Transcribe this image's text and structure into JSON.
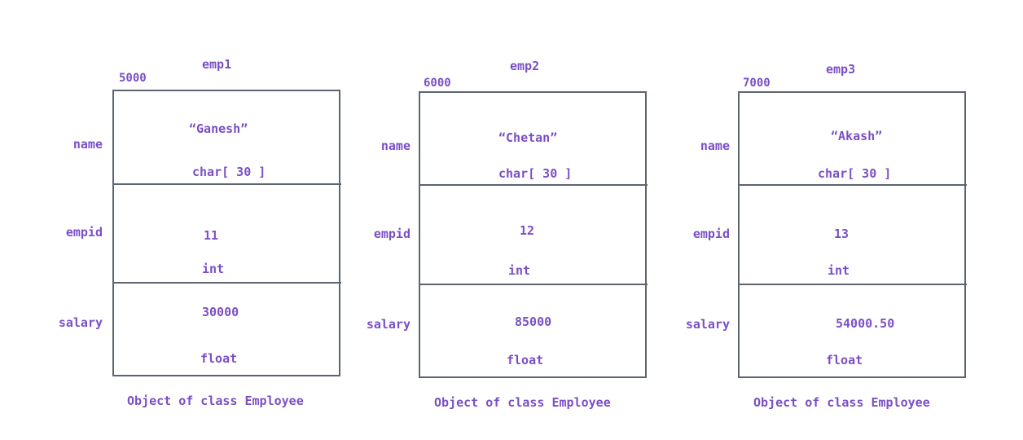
{
  "objects": [
    {
      "name": "emp1",
      "address": "5000",
      "fields": [
        {
          "label": "name",
          "value": "“Ganesh”",
          "type": "char[ 30 ]"
        },
        {
          "label": "empid",
          "value": "11",
          "type": "int"
        },
        {
          "label": "salary",
          "value": "30000",
          "type": "float"
        }
      ],
      "caption": "Object of class Employee"
    },
    {
      "name": "emp2",
      "address": "6000",
      "fields": [
        {
          "label": "name",
          "value": "“Chetan”",
          "type": "char[ 30 ]"
        },
        {
          "label": "empid",
          "value": "12",
          "type": "int"
        },
        {
          "label": "salary",
          "value": "85000",
          "type": "float"
        }
      ],
      "caption": "Object of class Employee"
    },
    {
      "name": "emp3",
      "address": "7000",
      "fields": [
        {
          "label": "name",
          "value": "“Akash”",
          "type": "char[ 30 ]"
        },
        {
          "label": "empid",
          "value": "13",
          "type": "int"
        },
        {
          "label": "salary",
          "value": "54000.50",
          "type": "float"
        }
      ],
      "caption": "Object of class Employee"
    }
  ]
}
